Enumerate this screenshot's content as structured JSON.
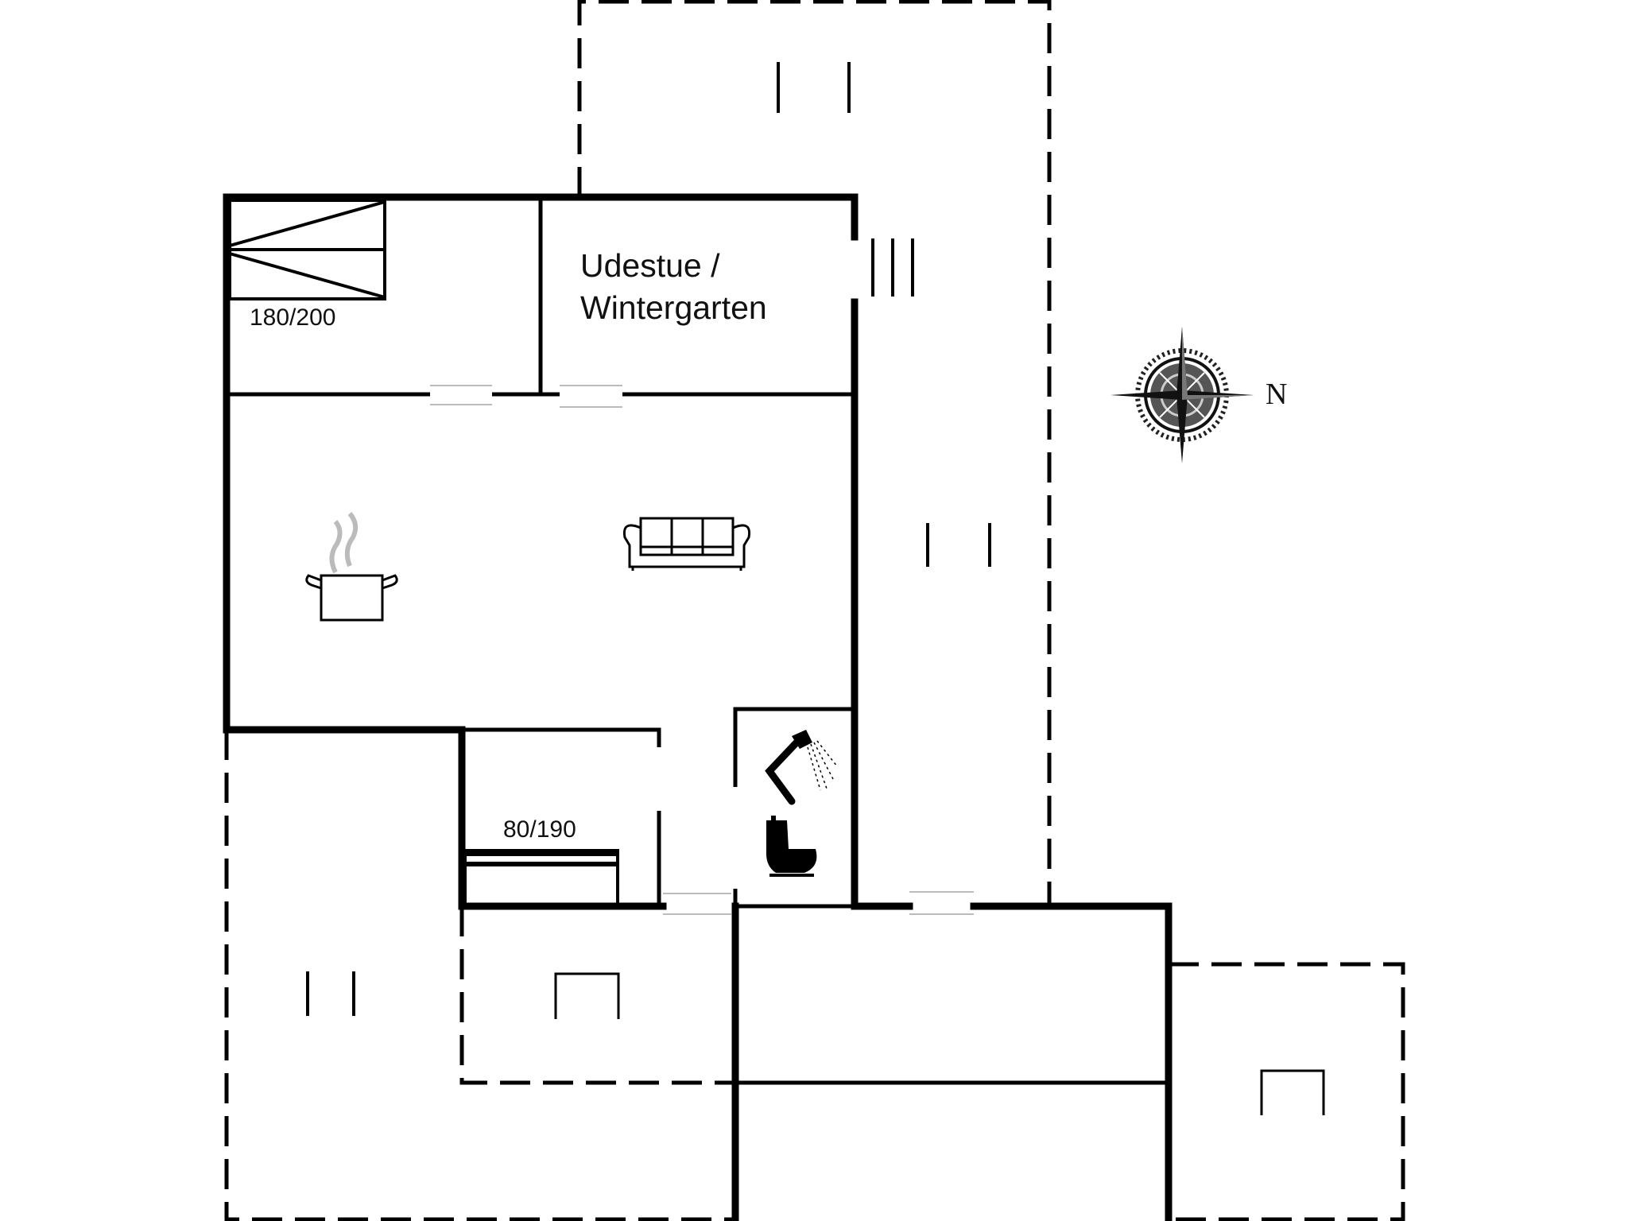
{
  "plan": {
    "type": "floor-plan",
    "rooms": [
      {
        "id": "bedroom-1",
        "bed_size": "180/200"
      },
      {
        "id": "sunroom",
        "label_line1": "Udestue /",
        "label_line2": "Wintergarten"
      },
      {
        "id": "kitchen-living",
        "icons": [
          "cooking-pot-icon",
          "sofa-icon"
        ]
      },
      {
        "id": "bedroom-2",
        "bed_size": "80/190"
      },
      {
        "id": "bathroom",
        "icons": [
          "shower-icon",
          "toilet-icon"
        ]
      },
      {
        "id": "annex"
      }
    ],
    "terraces": [
      "top-terrace",
      "lower-left-terrace",
      "right-terrace"
    ],
    "compass": {
      "label": "N"
    }
  },
  "colors": {
    "wall": "#000000",
    "background": "#ffffff",
    "steam": "#bbbbbb"
  }
}
